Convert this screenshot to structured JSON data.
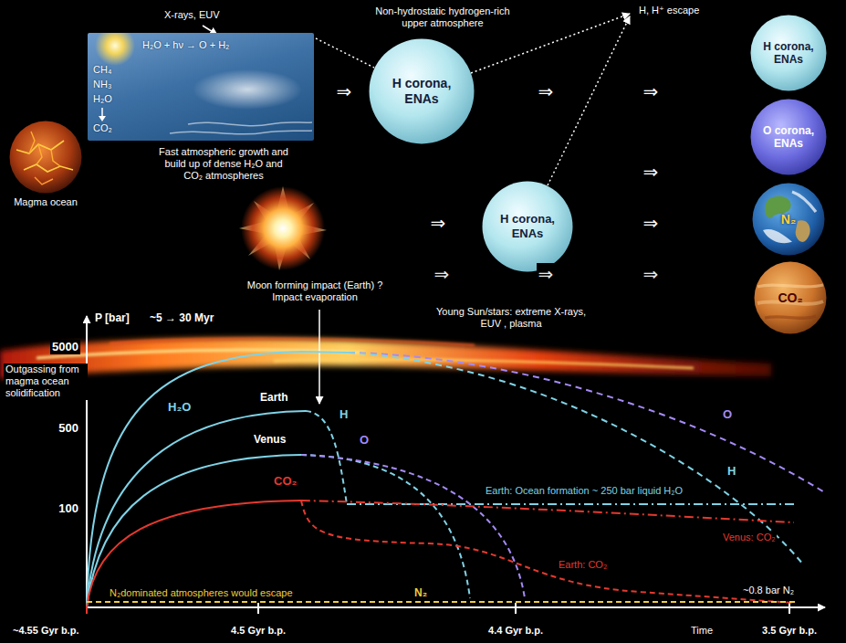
{
  "diagram": {
    "nodes": [
      {
        "text": [
          "Magma ocean"
        ]
      },
      {
        "text": [
          "H₂O + hν → O + H₂",
          "CH₄",
          "NH₃",
          "H₂O",
          "CO₂"
        ]
      },
      {
        "text": [
          "H corona, ENAs"
        ]
      },
      {
        "text": [
          "H corona, ENAs"
        ]
      },
      {
        "text": [
          "H corona, ENAs"
        ]
      },
      {
        "text": [
          "O corona, ENAs"
        ]
      },
      {
        "text": [
          "N₂"
        ]
      },
      {
        "text": [
          "CO₂"
        ]
      }
    ],
    "labels": [
      "X-rays, EUV",
      "Non-hydrostatic hydrogen-rich upper atmosphere",
      "H, H⁺ escape",
      "Fast atmospheric growth and build up of dense H₂O and CO₂ atmospheres",
      "⇒",
      "⇒",
      "⇒",
      "⇒",
      "⇒",
      "⇒",
      "Moon forming impact (Earth) ? Impact evaporation",
      "⇒",
      "⇒",
      "⇒",
      "P [bar]",
      "~5 → 30 Myr",
      "Young Sun/stars: extreme X-rays, EUV , plasma",
      "5000",
      "Outgassing from magma ocean solidification",
      "H₂O",
      "500",
      "Earth",
      "H",
      "Venus",
      "O",
      "O",
      "H",
      "Earth: Ocean formation ~ 250 bar liquid H₂O",
      "100",
      "CO₂",
      "Venus: CO₂",
      "Earth: CO₂",
      "N₂dominated atmospheres would escape",
      "N₂",
      "~0.8 bar N₂",
      "~4.55 Gyr b.p.",
      "4.5 Gyr b.p.",
      "4.4 Gyr b.p.",
      "Time",
      "3.5 Gyr b.p."
    ]
  }
}
